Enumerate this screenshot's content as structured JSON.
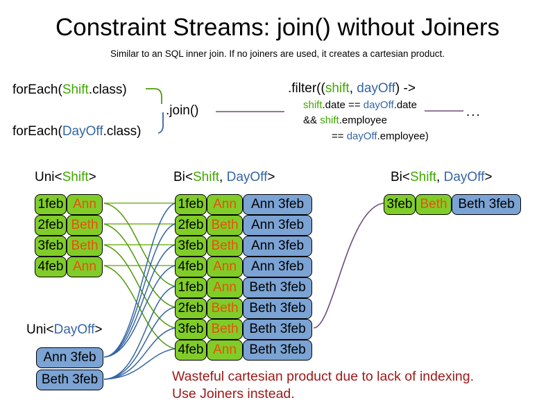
{
  "header": {
    "title": "Constraint Streams: join() without Joiners",
    "subtitle": "Similar to an SQL inner join. If no joiners are used, it creates a cartesian product."
  },
  "code": {
    "forEach_shift": {
      "prefix": "forEach(",
      "type": "Shift",
      "suffix": ".class)"
    },
    "forEach_dayoff": {
      "prefix": "forEach(",
      "type": "DayOff",
      "suffix": ".class)"
    },
    "join_label": ".join()",
    "filter": {
      "line1_prefix": ".filter((",
      "line1_param1": "shift",
      "line1_comma": ", ",
      "line1_param2": "dayOff",
      "line1_suffix": ") ->",
      "line2_a": "shift",
      "line2_b": ".date == ",
      "line2_c": "dayOff",
      "line2_d": ".date",
      "line3_a": "&& ",
      "line3_b": "shift",
      "line3_c": ".employee",
      "line4_a": "== ",
      "line4_b": "dayOff",
      "line4_c": ".employee)"
    },
    "ellipsis": "..."
  },
  "labels": {
    "uni_shift": {
      "prefix": "Uni<",
      "type": "Shift",
      "suffix": ">"
    },
    "bi_middle": {
      "prefix": "Bi<",
      "type1": "Shift",
      "comma": ", ",
      "type2": "DayOff",
      "suffix": ">"
    },
    "bi_right": {
      "prefix": "Bi<",
      "type1": "Shift",
      "comma": ", ",
      "type2": "DayOff",
      "suffix": ">"
    },
    "uni_dayoff": {
      "prefix": "Uni<",
      "type": "DayOff",
      "suffix": ">"
    }
  },
  "shift_stream": {
    "rows": [
      {
        "date": "1feb",
        "employee": "Ann"
      },
      {
        "date": "2feb",
        "employee": "Beth"
      },
      {
        "date": "3feb",
        "employee": "Beth"
      },
      {
        "date": "4feb",
        "employee": "Ann"
      }
    ]
  },
  "dayoff_stream": {
    "rows": [
      {
        "label": "Ann 3feb"
      },
      {
        "label": "Beth 3feb"
      }
    ]
  },
  "bi_stream": {
    "rows": [
      {
        "date": "1feb",
        "employee": "Ann",
        "dayoff": "Ann 3feb"
      },
      {
        "date": "2feb",
        "employee": "Beth",
        "dayoff": "Ann 3feb"
      },
      {
        "date": "3feb",
        "employee": "Beth",
        "dayoff": "Ann 3feb"
      },
      {
        "date": "4feb",
        "employee": "Ann",
        "dayoff": "Ann 3feb"
      },
      {
        "date": "1feb",
        "employee": "Ann",
        "dayoff": "Beth 3feb"
      },
      {
        "date": "2feb",
        "employee": "Beth",
        "dayoff": "Beth 3feb"
      },
      {
        "date": "3feb",
        "employee": "Beth",
        "dayoff": "Beth 3feb"
      },
      {
        "date": "4feb",
        "employee": "Ann",
        "dayoff": "Beth 3feb"
      }
    ]
  },
  "result_stream": {
    "rows": [
      {
        "date": "3feb",
        "employee": "Beth",
        "dayoff": "Beth 3feb"
      }
    ]
  },
  "warning": {
    "line1": "Wasteful cartesian product due to lack of indexing.",
    "line2": "Use Joiners instead."
  },
  "colors": {
    "shift_green": "#80cc28",
    "dayoff_blue": "#7ba3d4",
    "shift_text_green": "#3fa800",
    "dayoff_text_blue": "#3465a4",
    "employee_orange": "#e8500f",
    "warning_red": "#a01717",
    "connector_purple": "#6b4a7a"
  }
}
